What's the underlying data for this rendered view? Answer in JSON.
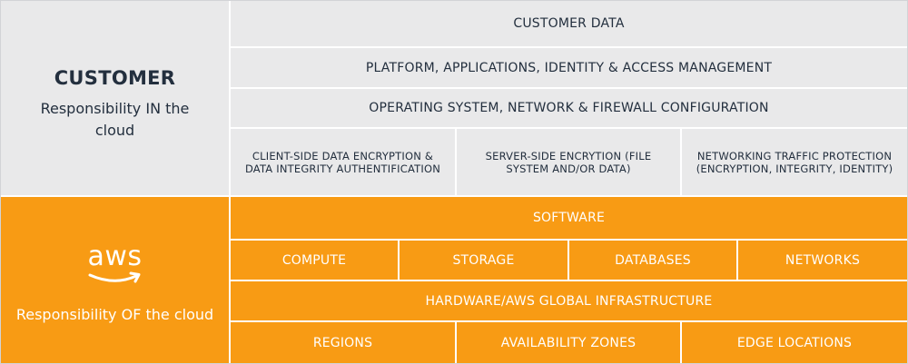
{
  "customer": {
    "title": "CUSTOMER",
    "subtitle": "Responsibility IN the cloud",
    "rows": {
      "customer_data": "CUSTOMER DATA",
      "platform": "PLATFORM, APPLICATIONS, IDENTITY & ACCESS MANAGEMENT",
      "os": "OPERATING SYSTEM, NETWORK & FIREWALL CONFIGURATION"
    },
    "encryption": [
      "CLIENT-SIDE DATA ENCRYPTION & DATA INTEGRITY AUTHENTIFICATION",
      "SERVER-SIDE ENCRYTION (FILE SYSTEM AND/OR DATA)",
      "NETWORKING TRAFFIC PROTECTION (ENCRYPTION, INTEGRITY, IDENTITY)"
    ]
  },
  "aws": {
    "logo_text": "aws",
    "subtitle": "Responsibility OF the cloud",
    "software": "SOFTWARE",
    "services": [
      "COMPUTE",
      "STORAGE",
      "DATABASES",
      "NETWORKS"
    ],
    "hardware": "HARDWARE/AWS GLOBAL INFRASTRUCTURE",
    "locations": [
      "REGIONS",
      "AVAILABILITY ZONES",
      "EDGE LOCATIONS"
    ]
  },
  "colors": {
    "customer_bg": "#e9e9ea",
    "aws_orange": "#f89b14",
    "dark_text": "#232f3e"
  }
}
